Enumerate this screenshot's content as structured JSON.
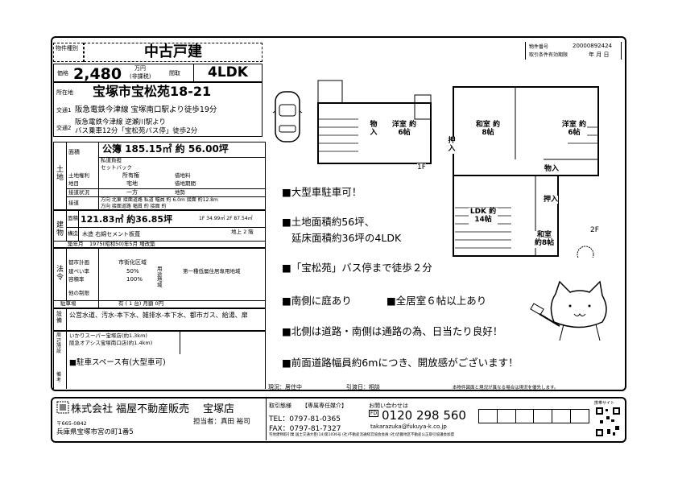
{
  "header": {
    "type_label": "物件種別",
    "type": "中古戸建",
    "price_label": "価格",
    "price": "2,480",
    "price_unit": "万円",
    "price_tax": "(非課税)",
    "layout_label": "間取",
    "layout": "4LDK",
    "address_label": "所在地",
    "address": "宝塚市宝松苑18-21",
    "access1_label": "交通1",
    "access1": "阪急電鉄今津線 宝塚南口駅より徒歩19分",
    "access2_label": "交通2",
    "access2_line1": "阪急電鉄今津線 逆瀬川駅より",
    "access2_line2": "バス乗車12分「宝松苑バス停」徒歩2分",
    "id_label": "物件番号",
    "id": "2000089242​4",
    "date_label": "取引条件有効期限",
    "date": "年 月 日"
  },
  "land": {
    "section": "土地",
    "area_label": "面積",
    "area": "公簿 185.15㎡ 約 56.00坪",
    "private_road": "私道負担",
    "setback": "セットバック",
    "rights_label": "土地権利",
    "rights": "所有権",
    "category_label": "地目",
    "category": "宅地",
    "lease_label": "借地料",
    "lease_period": "借地期間",
    "terrain_label": "接道状況",
    "terrain": "一方",
    "shape_label": "地勢",
    "road_label": "接道",
    "road1": "方向 北東 接面道路 私道 幅員 約 6.0m 接面 約12.8m",
    "road2": "方向 接面道路 幅員 約 接面 約"
  },
  "building": {
    "section": "建物",
    "floor_label": "面積",
    "floor_area": "121.83㎡ 約36.85坪",
    "floors": "1F 34.99㎡ 2F 87.54㎡",
    "structure_label": "構造",
    "structure": "木造 右綿セメント板葺",
    "stories": "地上 2 階",
    "build_date_label": "築年月",
    "build_date": "1975(昭和50)年5月 増改築"
  },
  "law": {
    "section": "法令",
    "city_plan_label": "都市計画",
    "city_plan": "市街化区域",
    "bcr_label": "建ぺい率",
    "bcr": "50%",
    "far_label": "容積率",
    "far": "100%",
    "zone_label": "用途地域",
    "zone": "第一種低層住居専用地域",
    "other_label": "他の制限",
    "parking_label": "駐車場",
    "parking": "有 ( 1 台) 月額 0円"
  },
  "facilities": {
    "section": "設備",
    "text": "公営水道、汚水-本下水、雑排水-本下水、都市ガス、給湯、扉"
  },
  "nearby": {
    "section": "周辺施設",
    "item1": "いかりスーパー宝塚店(約1.3km)",
    "item2": "阪急オアシス宝塚南口店(約1.4km)",
    "remark_section": "備考",
    "remark": "■駐車スペース有(大型車可)"
  },
  "features": [
    "■大型車駐車可！",
    "■土地面積約56坪、",
    "延床面積約36坪の4LDK",
    "■「宝松苑」バス停まで徒歩２分",
    "■南側に庭あり",
    "■全居室６帖以上あり",
    "■北側は道路・南側は通路の為、日当たり良好！",
    "■前面道路幅員約6mにつき、開放感がございます！"
  ],
  "floorplan": {
    "f1": "1F",
    "f2": "2F",
    "rooms": [
      "物入",
      "洋室 約6帖",
      "押入",
      "和室 約8帖",
      "洋室 約6帖",
      "物入",
      "押入",
      "LDK 約14帖",
      "和室 約8帖"
    ]
  },
  "bottom": {
    "status": "現況：居住中",
    "handover": "引渡日：相談",
    "note": "本物件図面と現況が異なる場合は現況を優先します。"
  },
  "company": {
    "name": "株式会社 福屋不動産販売",
    "branch": "宝塚店",
    "postal": "〒665-0842",
    "address": "兵庫県宝塚市宮の町1番5",
    "staff": "担当者：真田 裕司",
    "deal_label": "取引態様",
    "deal": "【専属専任媒介】",
    "tel": "TEL：0797-81-0365",
    "fax": "FAX：0797-81-7327",
    "contact_label": "お問い合わせは",
    "freedial": "0120 298 560",
    "email": "takarazuka@fukuya-k.co.jp",
    "fine_print": "宅地建物取引業 国土交通大臣(14)第1036号 (社)不動産流通経営協会会員 (社)近畿地区不動産公正取引協議会加盟",
    "stamps": [
      "",
      "",
      "",
      "",
      "",
      ""
    ],
    "qr_label": "携帯サイト"
  }
}
